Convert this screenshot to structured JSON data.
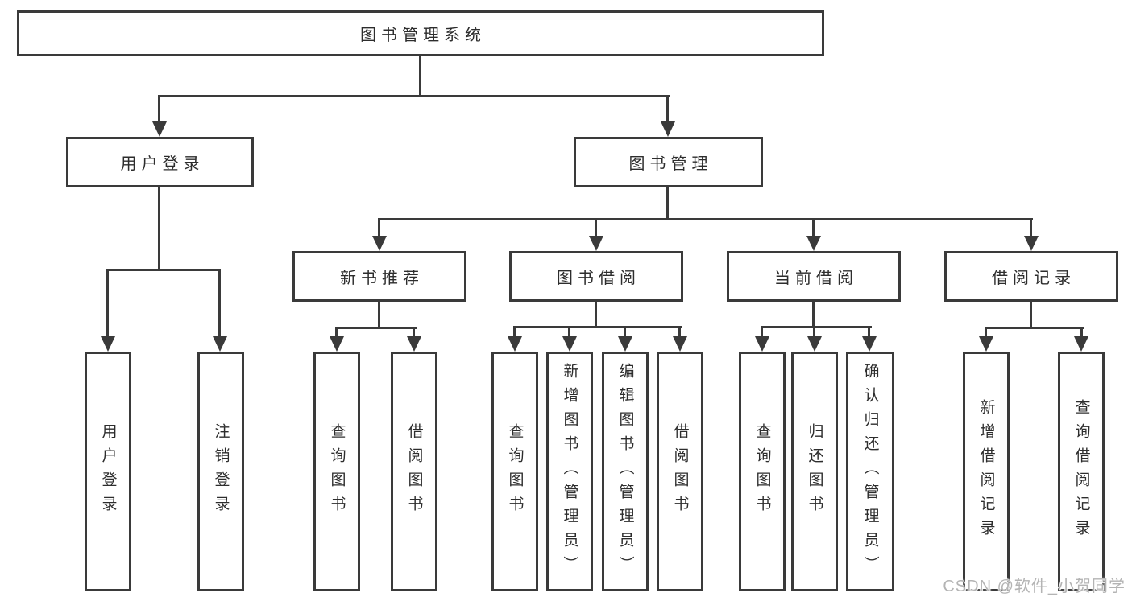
{
  "diagram": {
    "type": "hierarchy-tree",
    "title": "图书管理系统",
    "watermark": "CSDN @软件_小贺同学",
    "colors": {
      "line": "#3a3a3a",
      "text": "#2d2d2d",
      "watermark": "#b4b4b4",
      "background": "#ffffff"
    },
    "nodes": [
      {
        "id": "root",
        "label": "图书管理系统",
        "parent": null
      },
      {
        "id": "user-login",
        "label": "用户登录",
        "parent": "root"
      },
      {
        "id": "book-mgmt",
        "label": "图书管理",
        "parent": "root"
      },
      {
        "id": "new-book-rec",
        "label": "新书推荐",
        "parent": "book-mgmt"
      },
      {
        "id": "book-borrow",
        "label": "图书借阅",
        "parent": "book-mgmt"
      },
      {
        "id": "current-borrow",
        "label": "当前借阅",
        "parent": "book-mgmt"
      },
      {
        "id": "borrow-records",
        "label": "借阅记录",
        "parent": "book-mgmt"
      },
      {
        "id": "leaf-login",
        "label": "用户登录",
        "parent": "user-login"
      },
      {
        "id": "leaf-logout",
        "label": "注销登录",
        "parent": "user-login"
      },
      {
        "id": "leaf-rec-query",
        "label": "查询图书",
        "parent": "new-book-rec"
      },
      {
        "id": "leaf-rec-borrow",
        "label": "借阅图书",
        "parent": "new-book-rec"
      },
      {
        "id": "leaf-bb-query",
        "label": "查询图书",
        "parent": "book-borrow"
      },
      {
        "id": "leaf-bb-add",
        "label": "新增图书（管理员）",
        "parent": "book-borrow"
      },
      {
        "id": "leaf-bb-edit",
        "label": "编辑图书（管理员）",
        "parent": "book-borrow"
      },
      {
        "id": "leaf-bb-borrow",
        "label": "借阅图书",
        "parent": "book-borrow"
      },
      {
        "id": "leaf-cb-query",
        "label": "查询图书",
        "parent": "current-borrow"
      },
      {
        "id": "leaf-cb-return",
        "label": "归还图书",
        "parent": "current-borrow"
      },
      {
        "id": "leaf-cb-confirm",
        "label": "确认归还（管理员）",
        "parent": "current-borrow"
      },
      {
        "id": "leaf-br-add",
        "label": "新增借阅记录",
        "parent": "borrow-records"
      },
      {
        "id": "leaf-br-query",
        "label": "查询借阅记录",
        "parent": "borrow-records"
      }
    ]
  }
}
